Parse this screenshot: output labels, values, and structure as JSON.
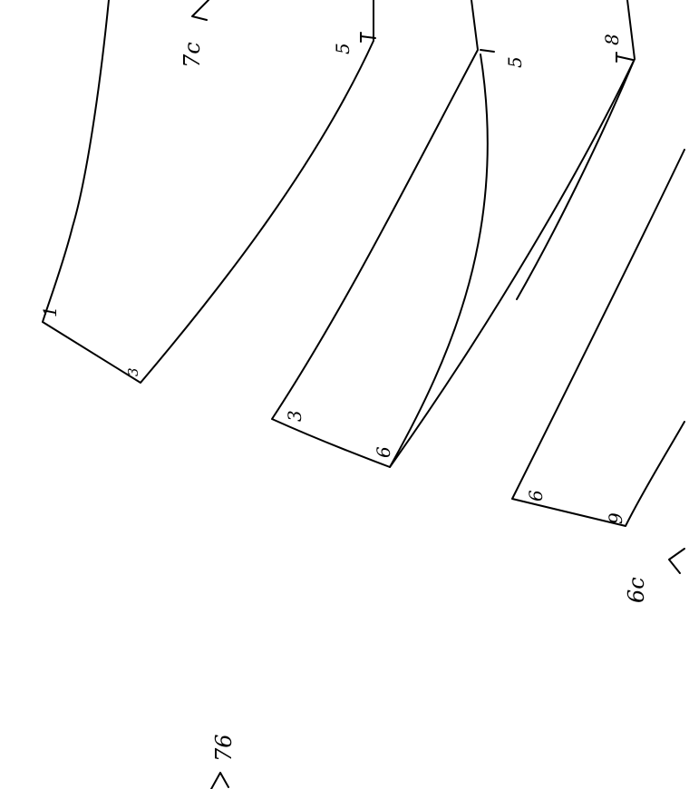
{
  "pieces": [
    {
      "corner_labels": [
        "1",
        "3",
        "5"
      ],
      "side_label": "7c"
    },
    {
      "corner_labels": [
        "3",
        "6",
        "5"
      ]
    },
    {
      "corner_labels": [
        "6",
        "9",
        "8"
      ],
      "side_label": "6c"
    }
  ],
  "bottom_label": "76",
  "ink_color": "#000000"
}
